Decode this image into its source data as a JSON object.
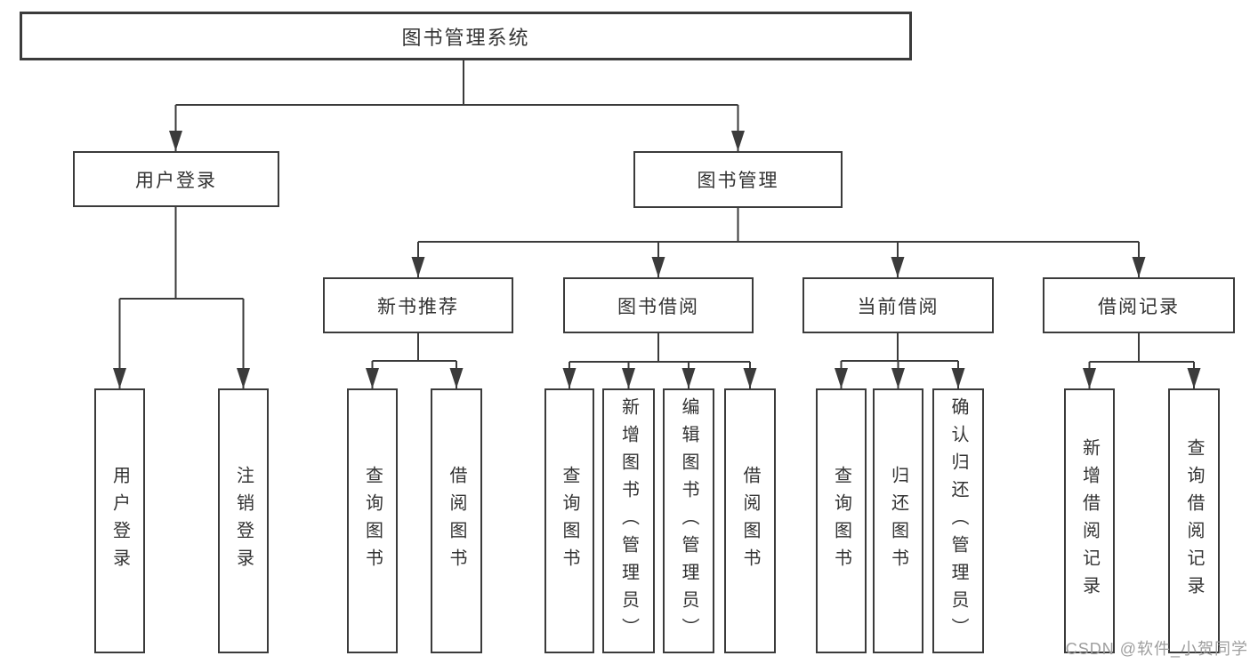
{
  "diagram_title": "图书管理系统",
  "colors": {
    "line": "#3b3b3b",
    "box_border": "#3b3b3b",
    "text": "#333333",
    "watermark": "#9e9e9e",
    "background": "#ffffff"
  },
  "watermark": {
    "text": "CSDN @软件_小贺同学"
  },
  "tree": {
    "label": "图书管理系统",
    "children": [
      {
        "label": "用户登录",
        "children": [
          {
            "label": "用户登录"
          },
          {
            "label": "注销登录"
          }
        ]
      },
      {
        "label": "图书管理",
        "children": [
          {
            "label": "新书推荐",
            "children": [
              {
                "label": "查询图书"
              },
              {
                "label": "借阅图书"
              }
            ]
          },
          {
            "label": "图书借阅",
            "children": [
              {
                "label": "查询图书"
              },
              {
                "label": "新增图书（管理员）"
              },
              {
                "label": "编辑图书（管理员）"
              },
              {
                "label": "借阅图书"
              }
            ]
          },
          {
            "label": "当前借阅",
            "children": [
              {
                "label": "查询图书"
              },
              {
                "label": "归还图书"
              },
              {
                "label": "确认归还（管理员）"
              }
            ]
          },
          {
            "label": "借阅记录",
            "children": [
              {
                "label": "新增借阅记录"
              },
              {
                "label": "查询借阅记录"
              }
            ]
          }
        ]
      }
    ]
  }
}
